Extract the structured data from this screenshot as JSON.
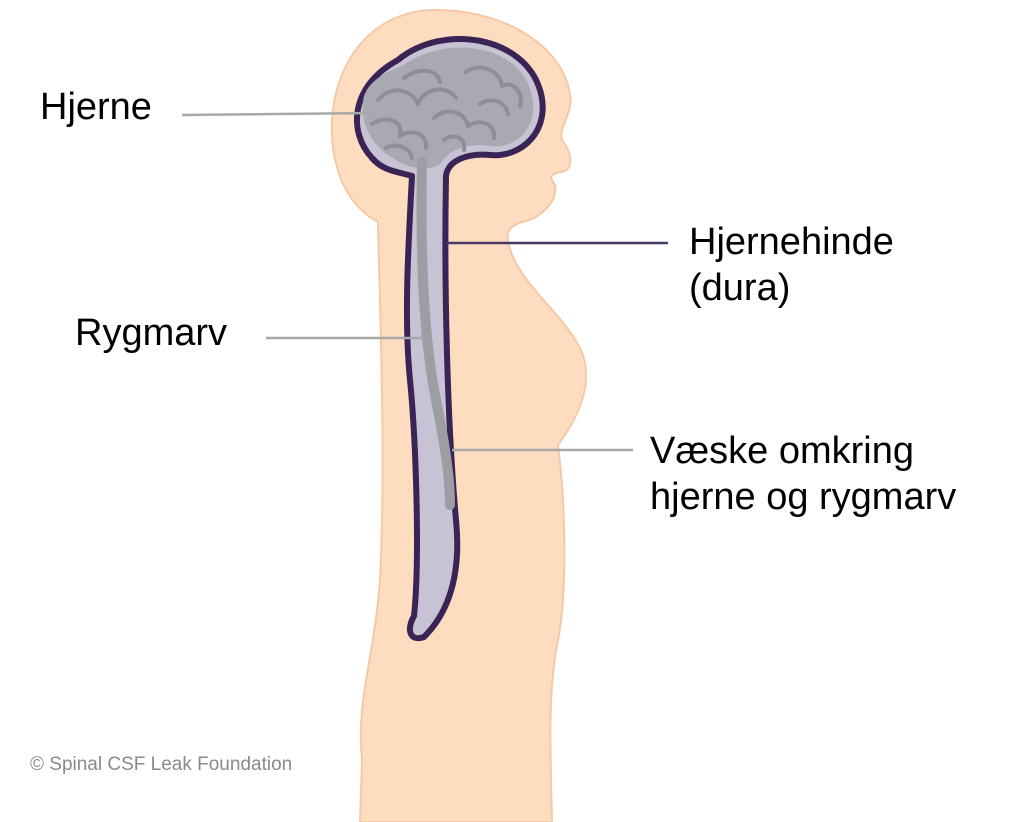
{
  "labels": {
    "brain": "Hjerne",
    "dura_line1": "Hjernehinde",
    "dura_line2": "(dura)",
    "spinal_cord": "Rygmarv",
    "csf_line1": "Væske omkring",
    "csf_line2": "hjerne og rygmarv"
  },
  "copyright": "© Spinal CSF Leak Foundation",
  "colors": {
    "skin": "#fddcc0",
    "skin_edge": "#f6c9a6",
    "dura": "#3a2456",
    "fluid": "#c8c3d4",
    "brain": "#a9a9b3",
    "gyri": "#8e8e96",
    "cord": "#9d9da3",
    "pointer_gray": "#a8a8a8",
    "pointer_purple": "#4a3866"
  }
}
